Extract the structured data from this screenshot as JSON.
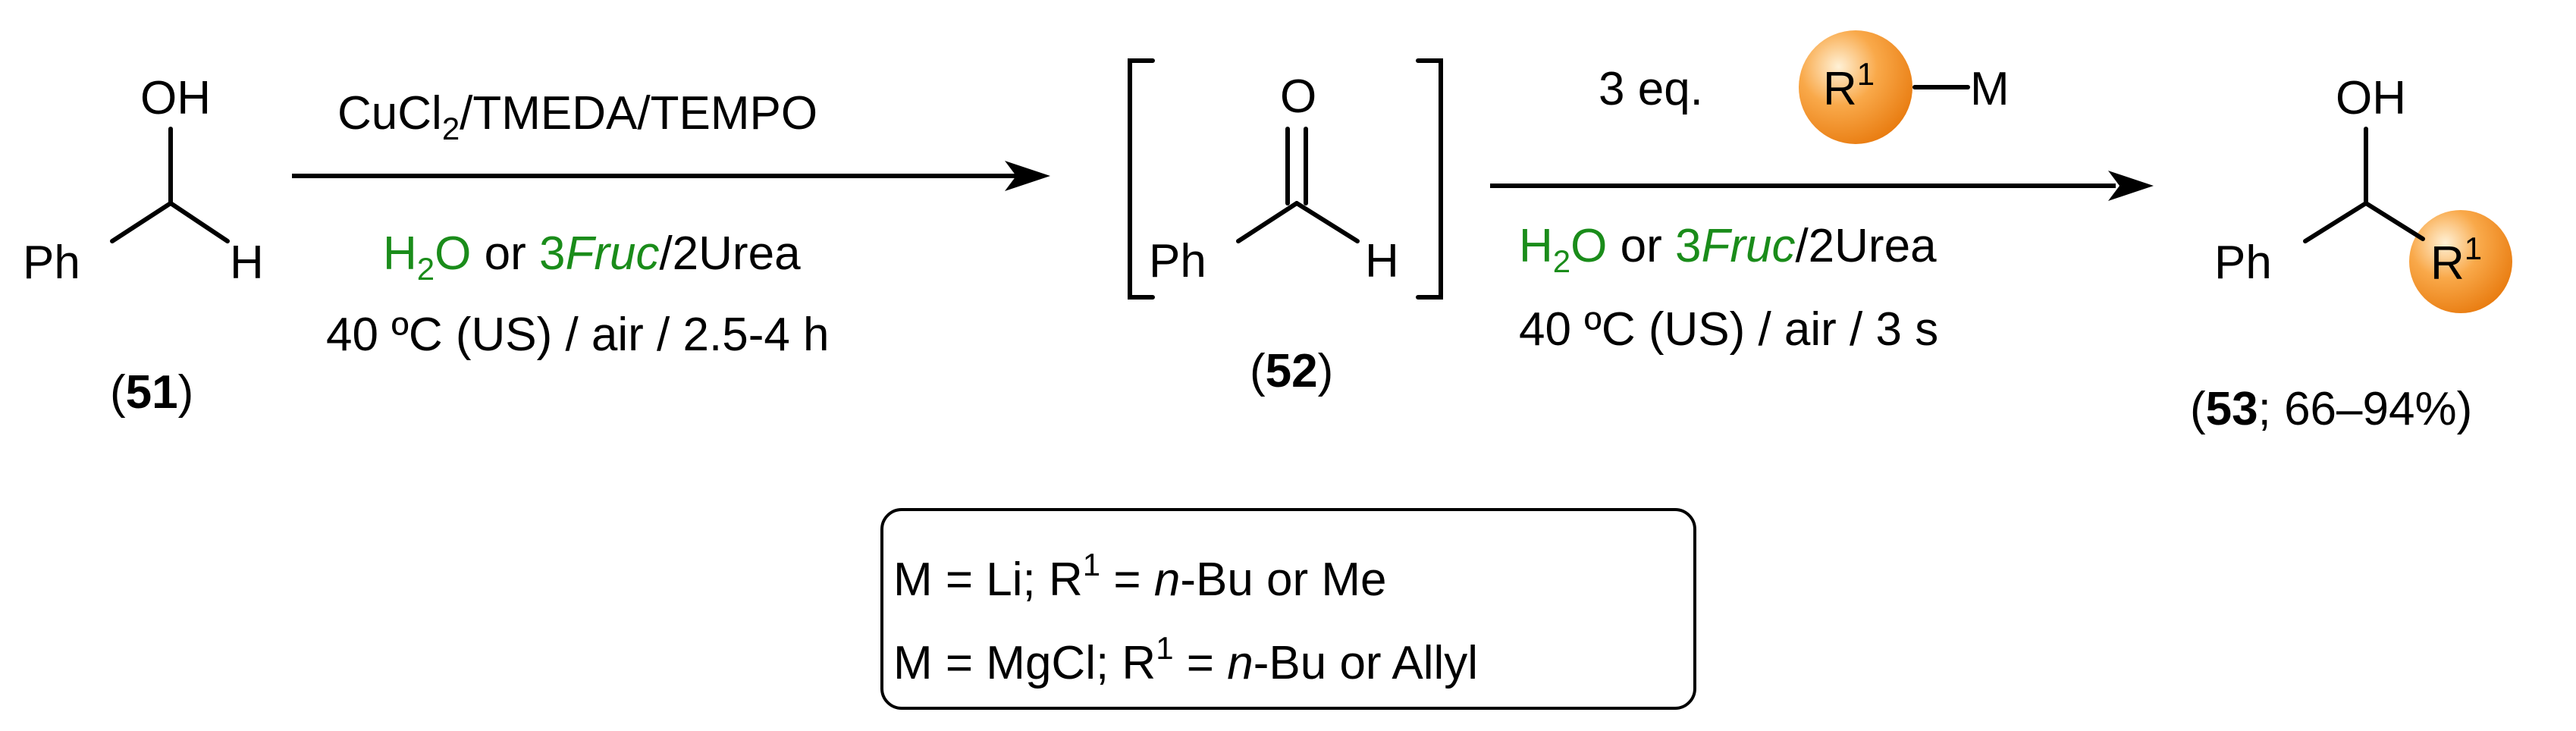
{
  "structures": {
    "s51": {
      "oh": "OH",
      "ph": "Ph",
      "h": "H",
      "label_open": "(",
      "label_num": "51",
      "label_close": ")"
    },
    "s52": {
      "o": "O",
      "ph": "Ph",
      "h": "H",
      "label_open": "(",
      "label_num": "52",
      "label_close": ")"
    },
    "s53": {
      "oh": "OH",
      "ph": "Ph",
      "r": "R",
      "r_sup": "1",
      "label_open": "(",
      "label_num": "53",
      "label_rest": "; 66–94%)"
    }
  },
  "step1": {
    "reagent_a": "CuCl",
    "reagent_sub": "2",
    "reagent_b": "/TMEDA/TEMPO",
    "solvent_h": "H",
    "solvent_sub": "2",
    "solvent_o": "O",
    "solvent_or": " or ",
    "solvent_3": "3",
    "solvent_fruc": "Fruc",
    "solvent_urea": "/2Urea",
    "conditions": "40 ºC (US) / air / 2.5-4 h"
  },
  "step2": {
    "eq": "3 eq.",
    "reagent_r": "R",
    "reagent_sup": "1",
    "reagent_m": "M",
    "solvent_h": "H",
    "solvent_sub": "2",
    "solvent_o": "O",
    "solvent_or": " or ",
    "solvent_3": "3",
    "solvent_fruc": "Fruc",
    "solvent_urea": "/2Urea",
    "conditions": "40 ºC (US) / air / 3 s"
  },
  "legend": {
    "line1_a": "M = Li; R",
    "line1_sup": "1",
    "line1_b": " = ",
    "line1_n": "n",
    "line1_c": "-Bu or Me",
    "line2_a": "M = MgCl; R",
    "line2_sup": "1",
    "line2_b": " = ",
    "line2_n": "n",
    "line2_c": "-Bu or Allyl"
  },
  "colors": {
    "green": "#1a8c1a",
    "orange": "#f28c1e",
    "black": "#000000"
  }
}
